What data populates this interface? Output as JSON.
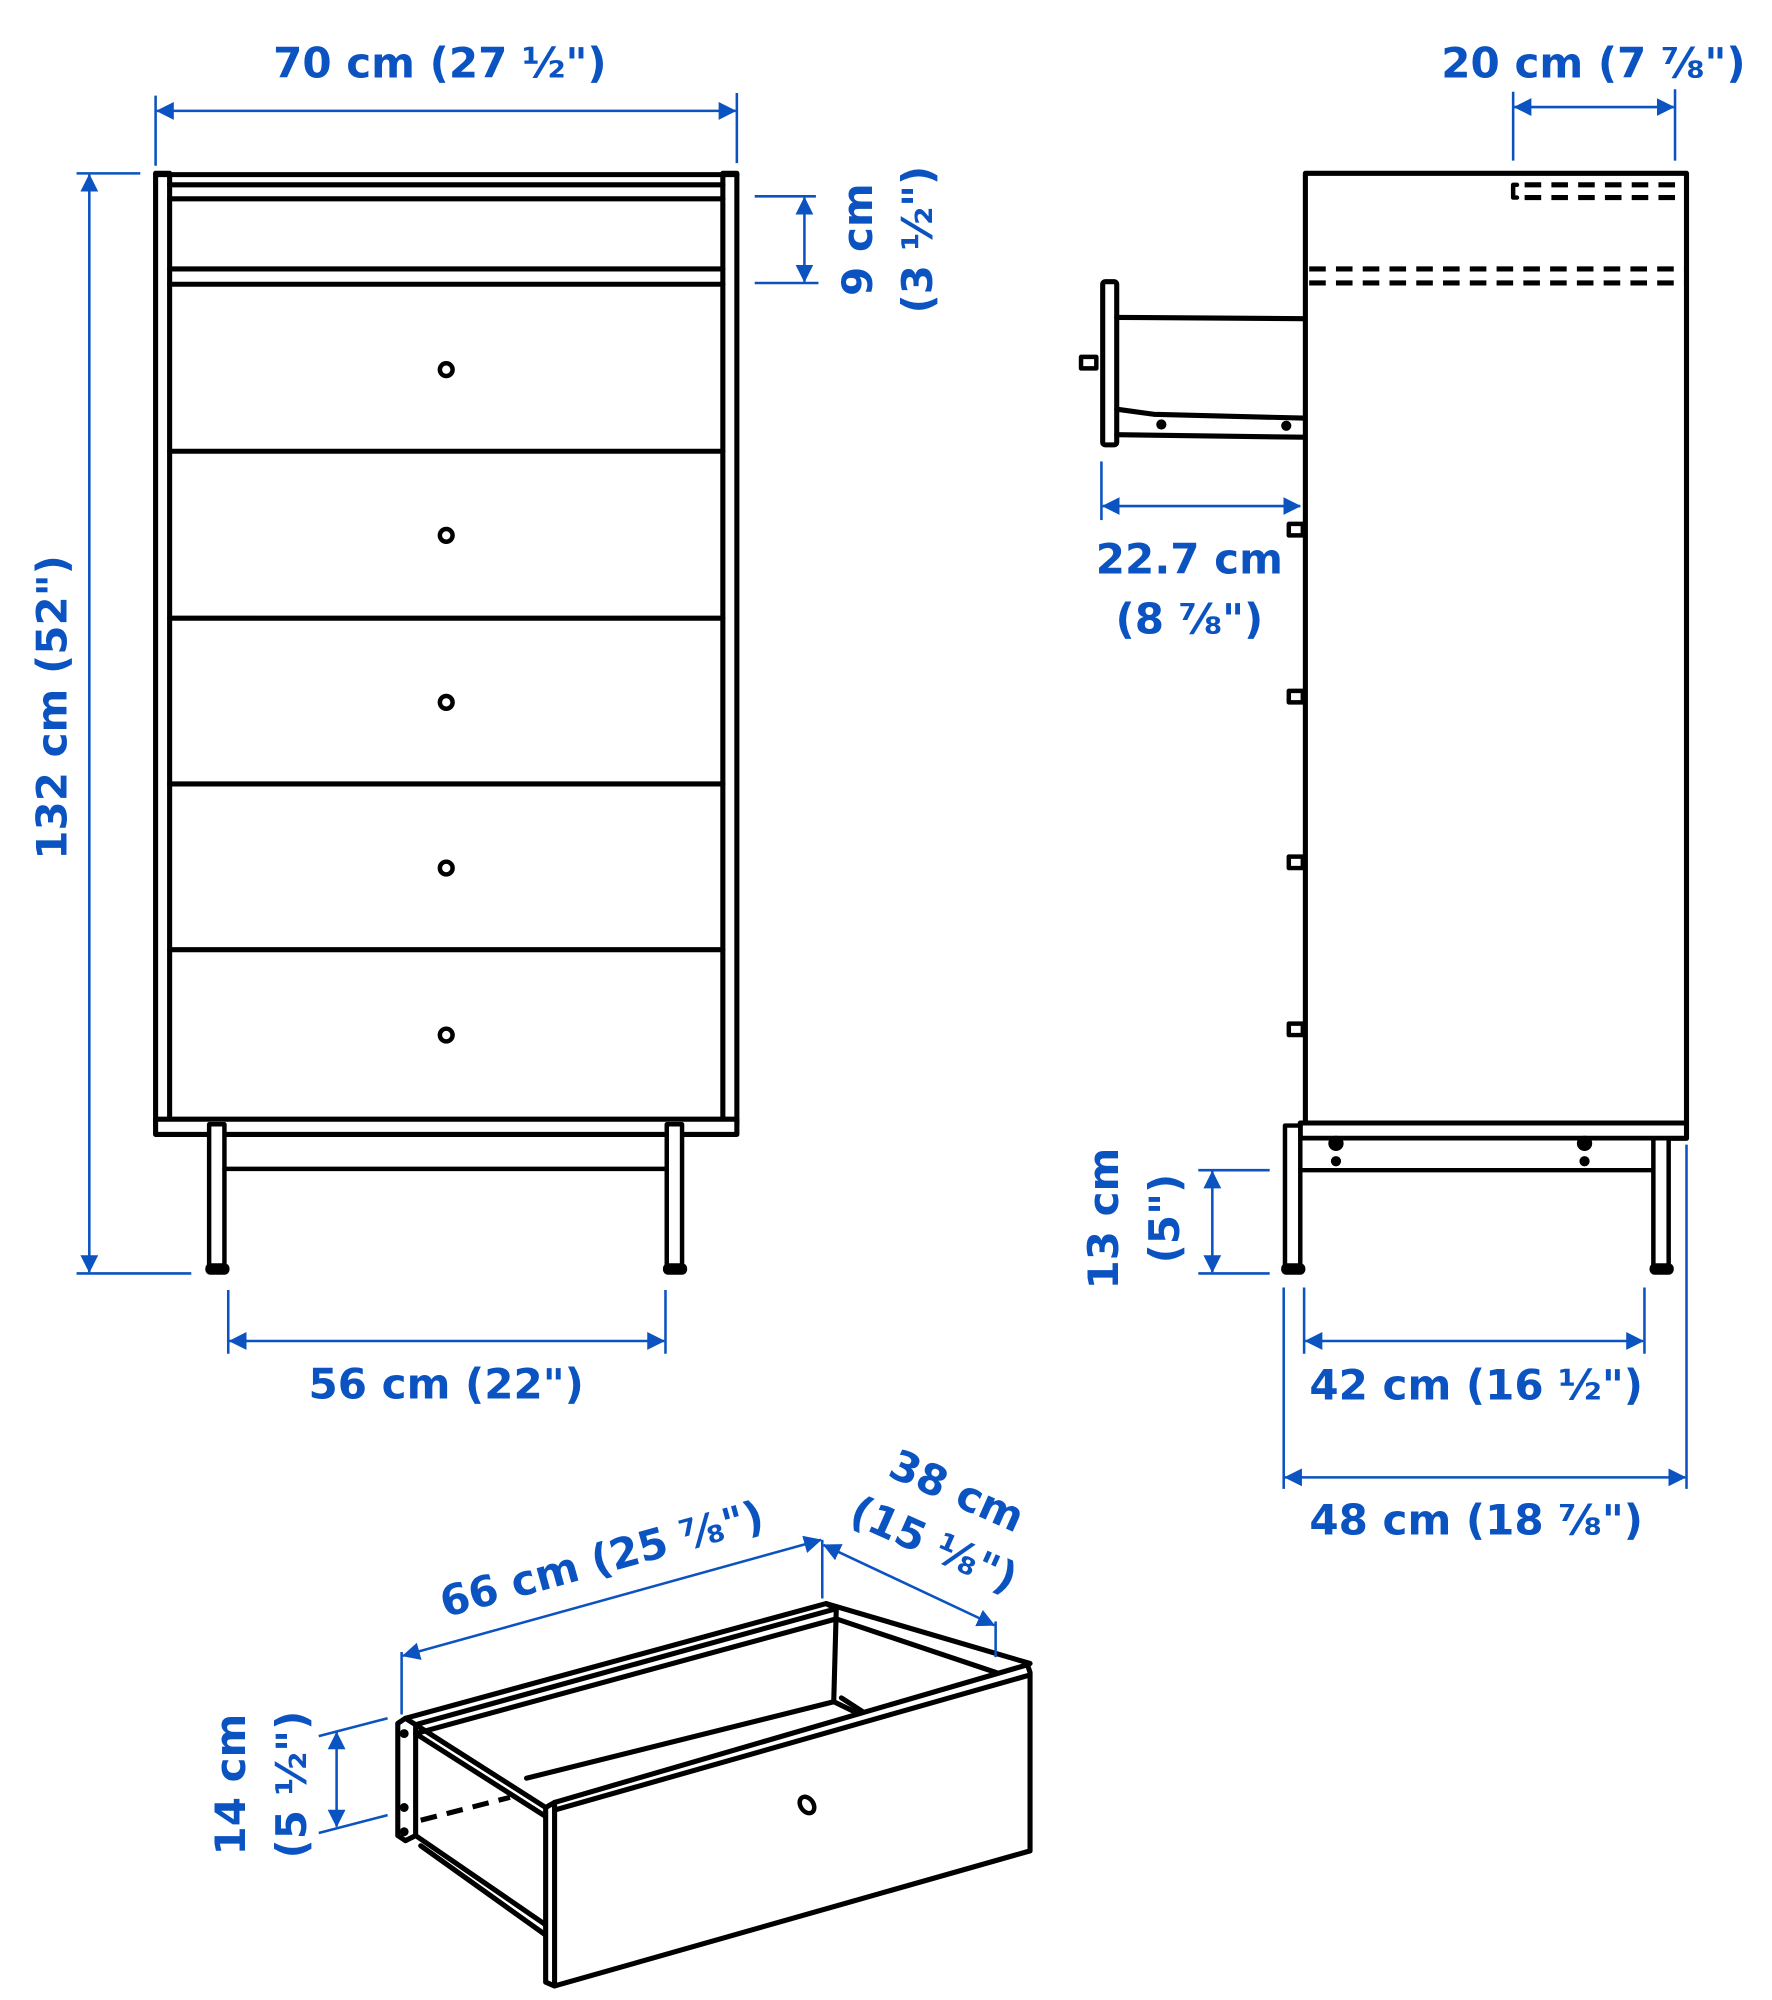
{
  "diagram": {
    "title": "Chest of drawers dimension drawing",
    "views": [
      "front-view",
      "side-view",
      "drawer-view"
    ],
    "line_color": "#000000",
    "dimension_color": "#0B53C1"
  },
  "front_view": {
    "width_label": "70 cm (27 ½\")",
    "height_label": "132 cm (52\")",
    "top_rail_label_cm": "9 cm",
    "top_rail_label_in": "(3 ½\")",
    "leg_span_label": "56 cm (22\")",
    "drawer_count": 5
  },
  "side_view": {
    "top_depth_label": "20 cm (7 ⅞\")",
    "drawer_pullout_label_cm": "22.7 cm",
    "drawer_pullout_label_in": "(8 ⅞\")",
    "leg_height_label_cm": "13 cm",
    "leg_height_label_in": "(5\")",
    "leg_span_label": "42 cm (16 ½\")",
    "total_depth_label": "48 cm (18 ⅞\")"
  },
  "drawer_view": {
    "inner_width_label": "66 cm (25 ⅞\")",
    "inner_depth_label_cm": "38 cm",
    "inner_depth_label_in": "(15 ⅛\")",
    "inner_height_label_cm": "14 cm",
    "inner_height_label_in": "(5 ½\")"
  }
}
